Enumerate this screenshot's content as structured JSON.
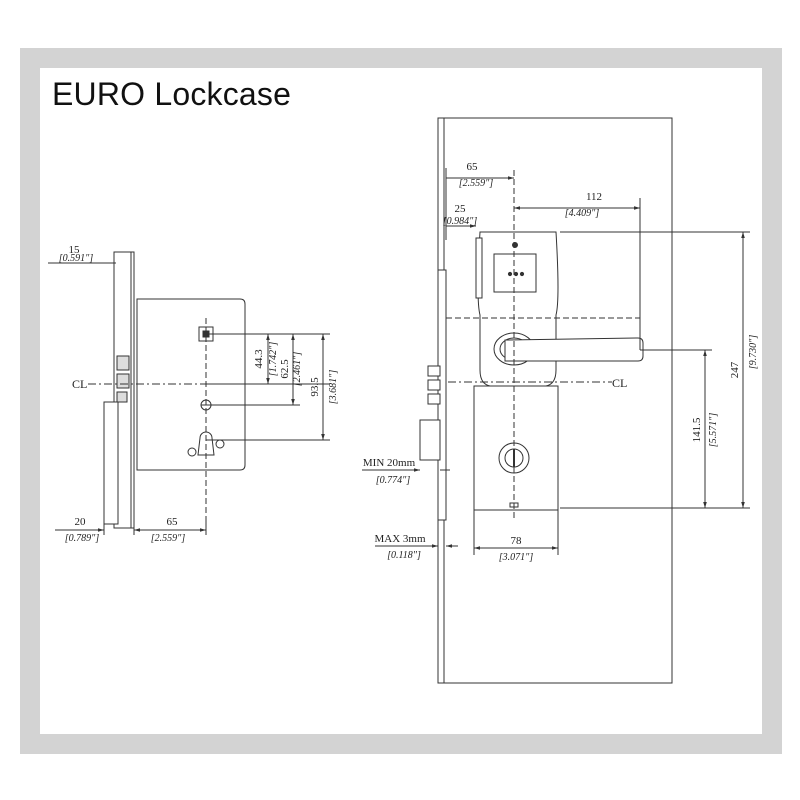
{
  "title": "EURO Lockcase",
  "colors": {
    "frame": "#d3d3d3",
    "line": "#333333",
    "background": "#ffffff"
  },
  "left_view": {
    "dim_top_mm": "15",
    "dim_top_in": "[0.591\"]",
    "dim_443_mm": "44.3",
    "dim_443_in": "[1.742\"]",
    "dim_625_mm": "62.5",
    "dim_625_in": "[2.461\"]",
    "dim_935_mm": "93.5",
    "dim_935_in": "[3.681\"]",
    "cl": "CL",
    "dim_bottom_left_mm": "20",
    "dim_bottom_left_in": "[0.789\"]",
    "dim_bottom_right_mm": "65",
    "dim_bottom_right_in": "[2.559\"]"
  },
  "right_view": {
    "dim_65_mm": "65",
    "dim_65_in": "[2.559\"]",
    "dim_112_mm": "112",
    "dim_112_in": "[4.409\"]",
    "dim_25_mm": "25",
    "dim_25_in": "[0.984\"]",
    "dim_247_mm": "247",
    "dim_247_in": "[9.730\"]",
    "dim_1415_mm": "141.5",
    "dim_1415_in": "[5.571\"]",
    "cl": "CL",
    "min_label": "MIN 20mm",
    "min_in": "[0.774\"]",
    "max_label": "MAX 3mm",
    "max_in": "[0.118\"]",
    "dim_78_mm": "78",
    "dim_78_in": "[3.071\"]"
  }
}
